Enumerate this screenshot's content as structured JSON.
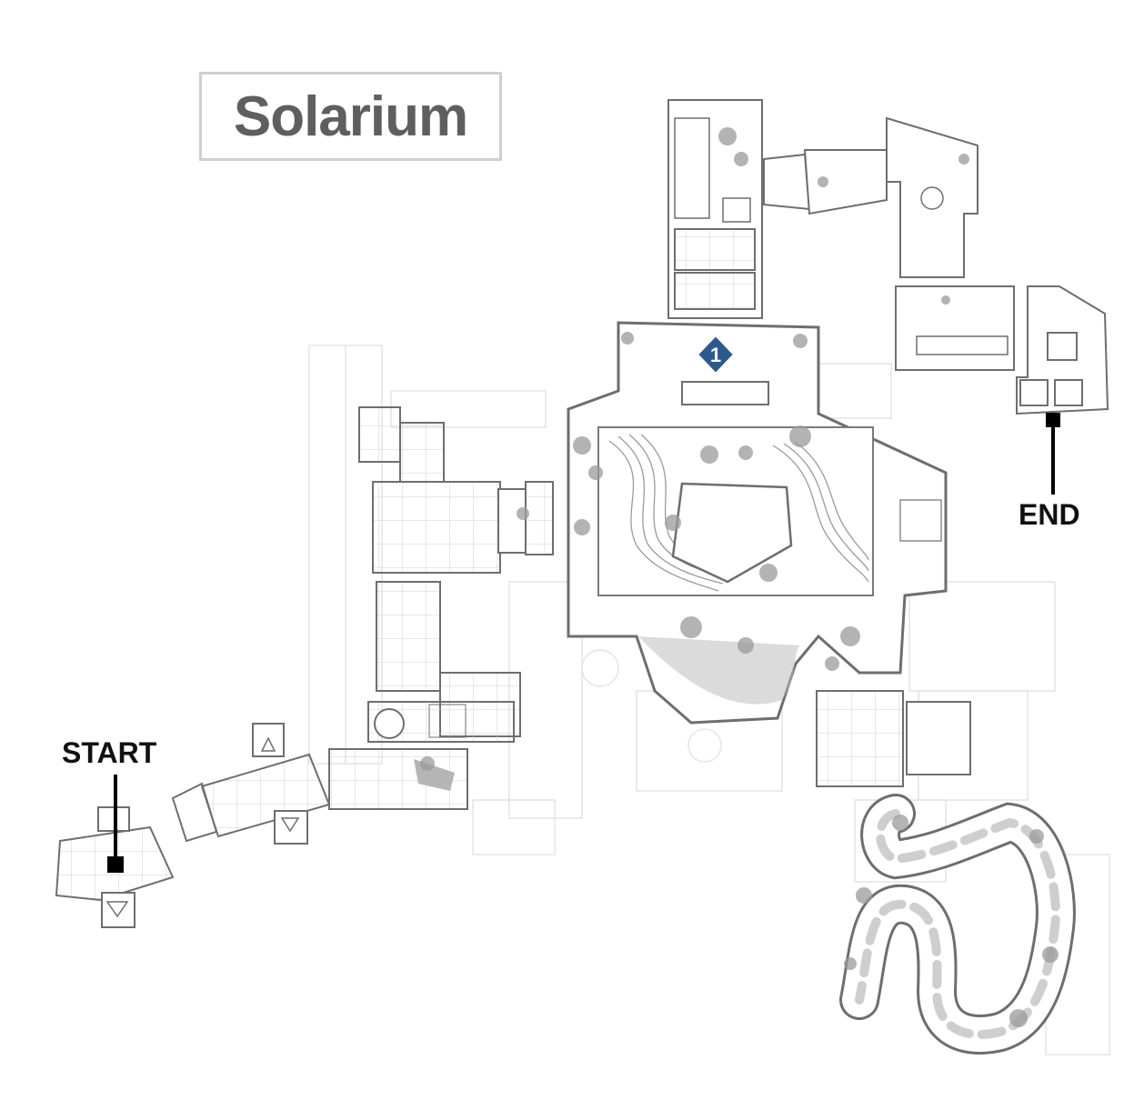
{
  "map": {
    "title": "Solarium",
    "start_label": "START",
    "end_label": "END",
    "marker": {
      "number": "1",
      "color": "#2d5a8e"
    },
    "colors": {
      "floor": "#ffffff",
      "wall": "#8a8a8a",
      "foliage": "#9a9a9a",
      "ghost": "#e2e2e2",
      "title_border": "#cfcfcf",
      "title_text": "#5f5f5f"
    }
  }
}
